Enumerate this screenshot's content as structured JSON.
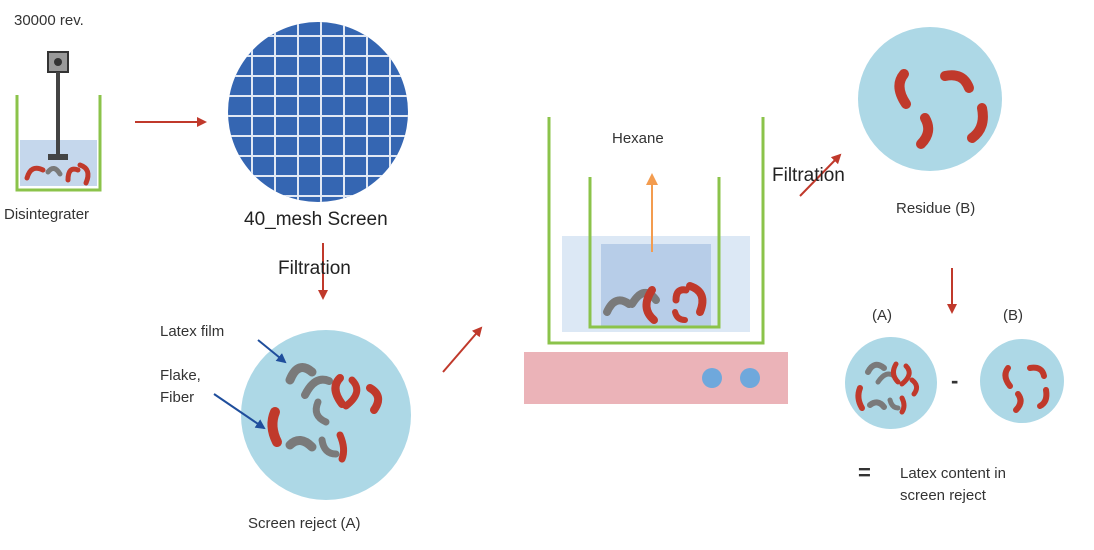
{
  "labels": {
    "rev": "30000 rev.",
    "disintegrater": "Disintegrater",
    "mesh_screen": "40_mesh Screen",
    "filtration_1": "Filtration",
    "latex_film": "Latex film",
    "flake_fiber": "Flake,\nFiber",
    "screen_reject": "Screen reject  (A)",
    "hexane": "Hexane",
    "filtration_2": "Filtration",
    "residue": "Residue (B)",
    "label_a": "(A)",
    "label_b": "(B)",
    "minus": "-",
    "equals": "=",
    "latex_content": "Latex content in\nscreen reject"
  },
  "colors": {
    "arrow_red": "#c0392b",
    "arrow_orange": "#f39c4f",
    "arrow_blue": "#1f4e9c",
    "circle_fill": "#add8e6",
    "mesh_fill": "#3566b2",
    "particle_red": "#c0392b",
    "particle_gray": "#7a7a7a",
    "beaker_green": "#8bc34a",
    "hotplate": "#ebb3b8",
    "hotplate_dots": "#6fa8dc",
    "liquid": "#c5d7ec"
  },
  "icons": [
    "motor-icon",
    "stirrer-icon",
    "mesh-screen-icon",
    "beaker-icon",
    "hot-plate-icon"
  ]
}
